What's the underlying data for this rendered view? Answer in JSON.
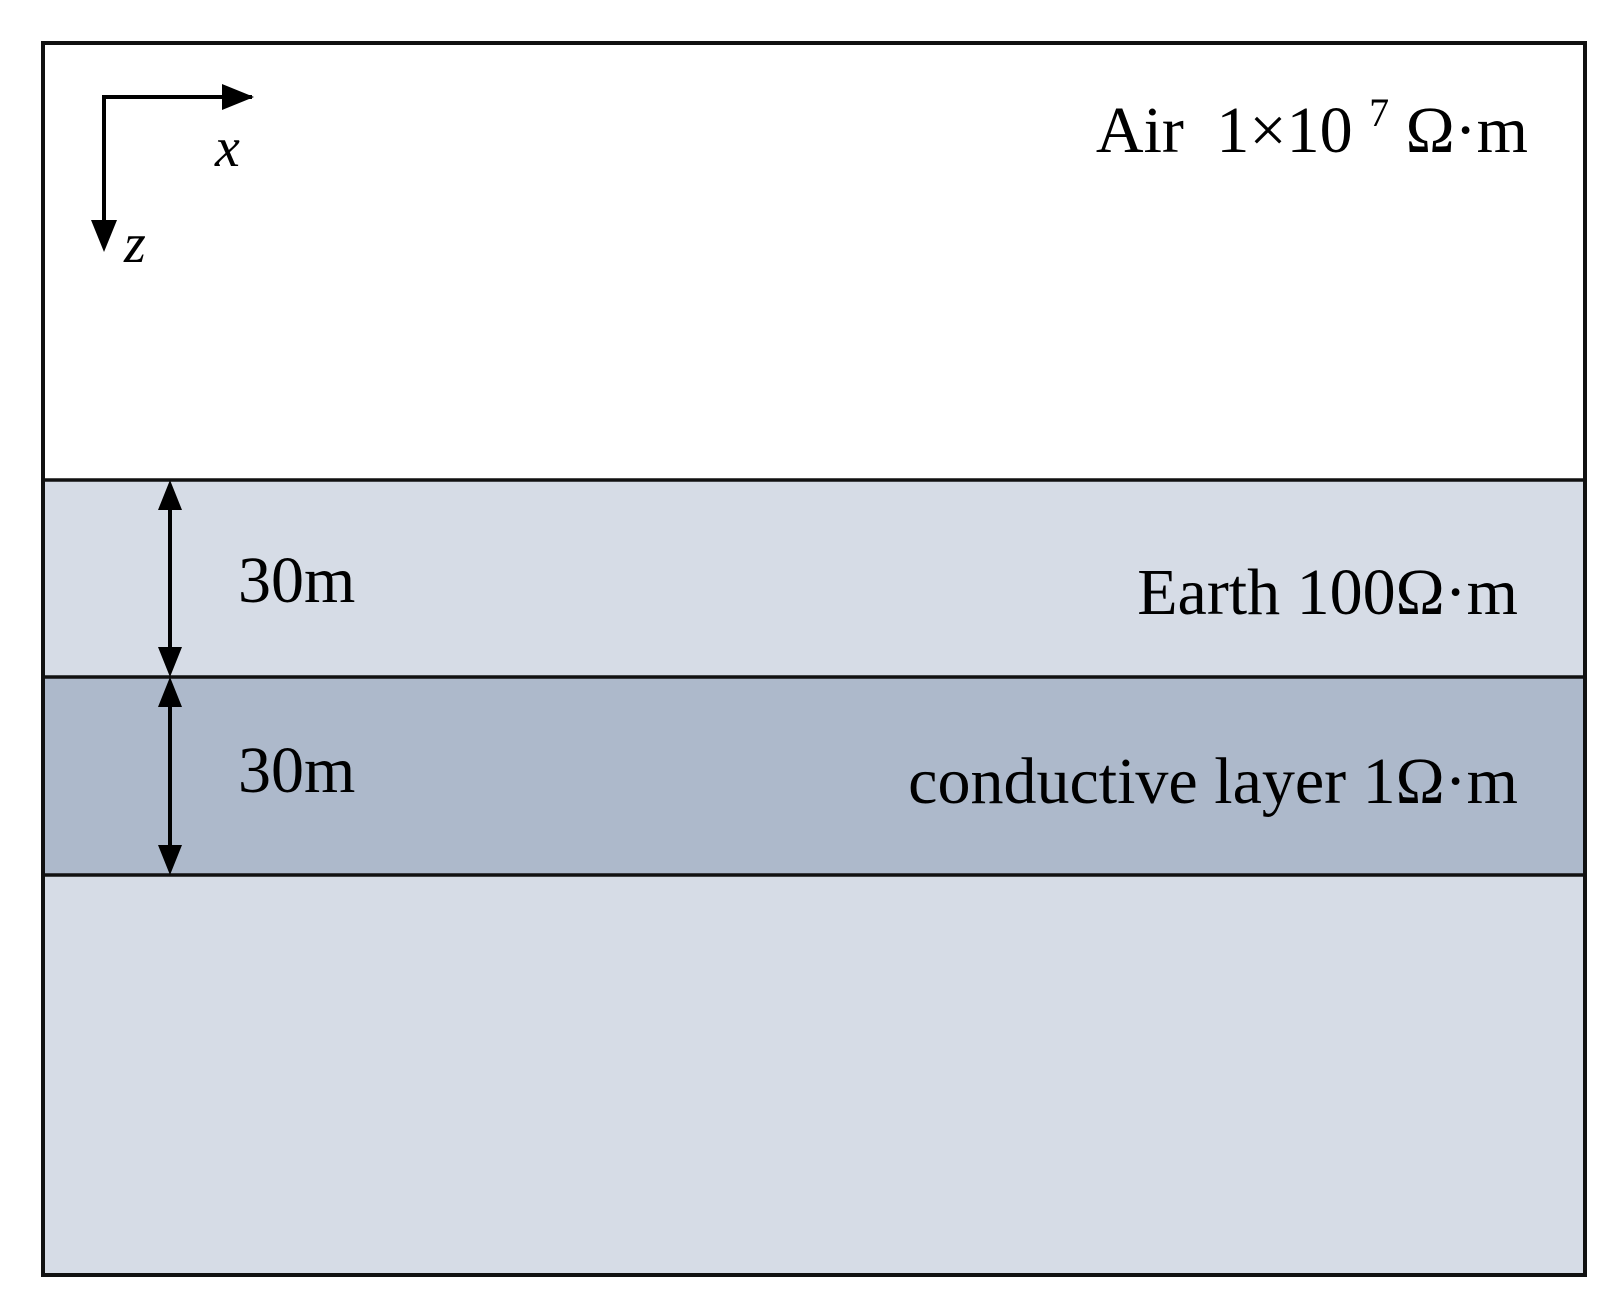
{
  "diagram": {
    "axes": {
      "x_label": "x",
      "z_label": "z"
    },
    "layers": [
      {
        "id": "air",
        "name": "Air",
        "resistivity_prefix": "1×10",
        "resistivity_exponent": "7",
        "resistivity_unit": "Ω·m",
        "fill": "#ffffff"
      },
      {
        "id": "earth",
        "label": "Earth 100Ω·m",
        "thickness": "30m",
        "fill": "#d6dce6"
      },
      {
        "id": "conductive",
        "label": "conductive layer 1Ω·m",
        "thickness": "30m",
        "fill": "#adb9cb"
      },
      {
        "id": "earth-lower",
        "fill": "#d6dce6"
      }
    ],
    "stroke_color": "#111111"
  }
}
